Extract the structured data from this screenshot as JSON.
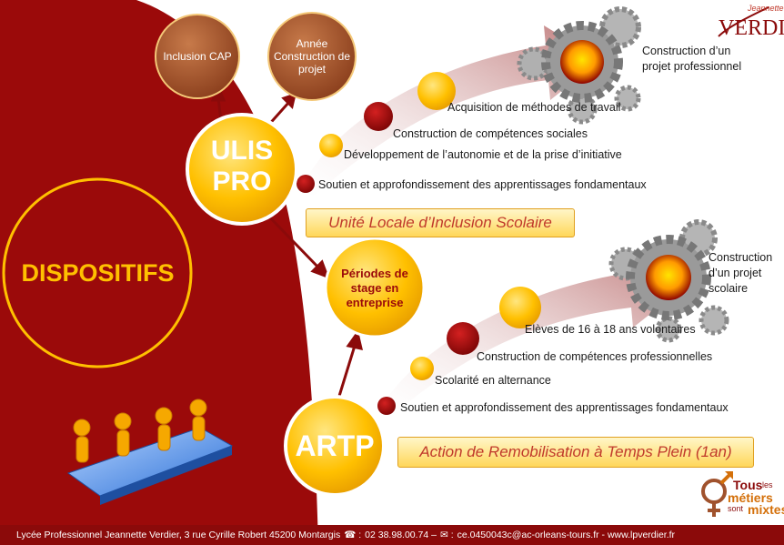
{
  "main_circle": {
    "label": "DISPOSITIFS"
  },
  "top_bubbles": [
    {
      "label": "Inclusion CAP"
    },
    {
      "label": "Année Construction de projet"
    }
  ],
  "ulis": {
    "line1": "ULIS",
    "line2": "PRO",
    "steps": [
      "Soutien et approfondissement des apprentissages fondamentaux",
      "Développement de l’autonomie et de la prise d’initiative",
      "Construction de compétences sociales",
      "Acquisition de méthodes de travail"
    ],
    "goal": "Construction d’un projet professionnel",
    "banner": "Unité Locale d’Inclusion Scolaire"
  },
  "stage": {
    "label": "Périodes de stage en entreprise"
  },
  "artp": {
    "label": "ARTP",
    "steps": [
      "Soutien et approfondissement des apprentissages fondamentaux",
      "Scolarité en alternance",
      "Construction de compétences professionnelles",
      "Elèves de 16 à 18 ans volontaires"
    ],
    "goal": "Construction d’un projet scolaire",
    "banner": "Action de Remobilisation à Temps Plein (1an)"
  },
  "logo_top": {
    "line1": "Jeannette",
    "line2": "VERDIER"
  },
  "logo_bottom": {
    "line1": "Tous",
    "line2": "les",
    "line3": "métiers",
    "line4": "sont",
    "line5": "mixtes"
  },
  "footer": {
    "address": "Lycée Professionnel Jeannette Verdier, 3 rue Cyrille Robert 45200 Montargis",
    "phone": "02 38.98.00.74 –",
    "email": "ce.0450043c@ac-orleans-tours.fr - www.lpverdier.fr"
  },
  "colors": {
    "dark_red": "#9b0a0a",
    "gold": "#ffc000",
    "brown": "#a0522d",
    "banner_text": "#c0392b"
  }
}
